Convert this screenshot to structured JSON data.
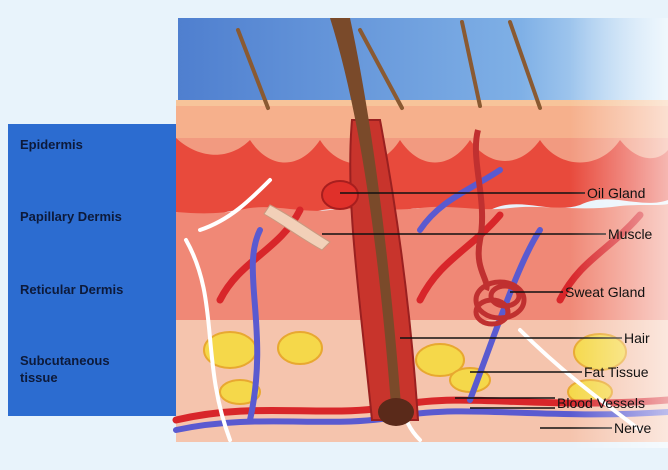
{
  "layers": [
    {
      "id": "epidermis",
      "label": "Epidermis"
    },
    {
      "id": "papillary-dermis",
      "label": "Papillary Dermis"
    },
    {
      "id": "reticular-dermis",
      "label": "Reticular Dermis"
    },
    {
      "id": "subcutaneous-tissue",
      "label": "Subcutaneous\ntissue"
    }
  ],
  "callouts": [
    {
      "id": "oil-gland",
      "label": "Oil Gland"
    },
    {
      "id": "muscle",
      "label": "Muscle"
    },
    {
      "id": "sweat-gland",
      "label": "Sweat Gland"
    },
    {
      "id": "hair",
      "label": "Hair"
    },
    {
      "id": "fat-tissue",
      "label": "Fat Tissue"
    },
    {
      "id": "blood-vessels",
      "label": "Blood Vessels"
    },
    {
      "id": "nerve",
      "label": "Nerve"
    }
  ],
  "colors": {
    "sky": "#6f9fdc",
    "epidermis": "#f6b08c",
    "papillary": "#e9463a",
    "reticular": "#f08876",
    "subcutaneous": "#f5c0a8",
    "hair_shaft": "#7a4a2a",
    "panel": "#2c6cd0",
    "vein": "#5a5ad0",
    "fat": "#f5d84a"
  }
}
